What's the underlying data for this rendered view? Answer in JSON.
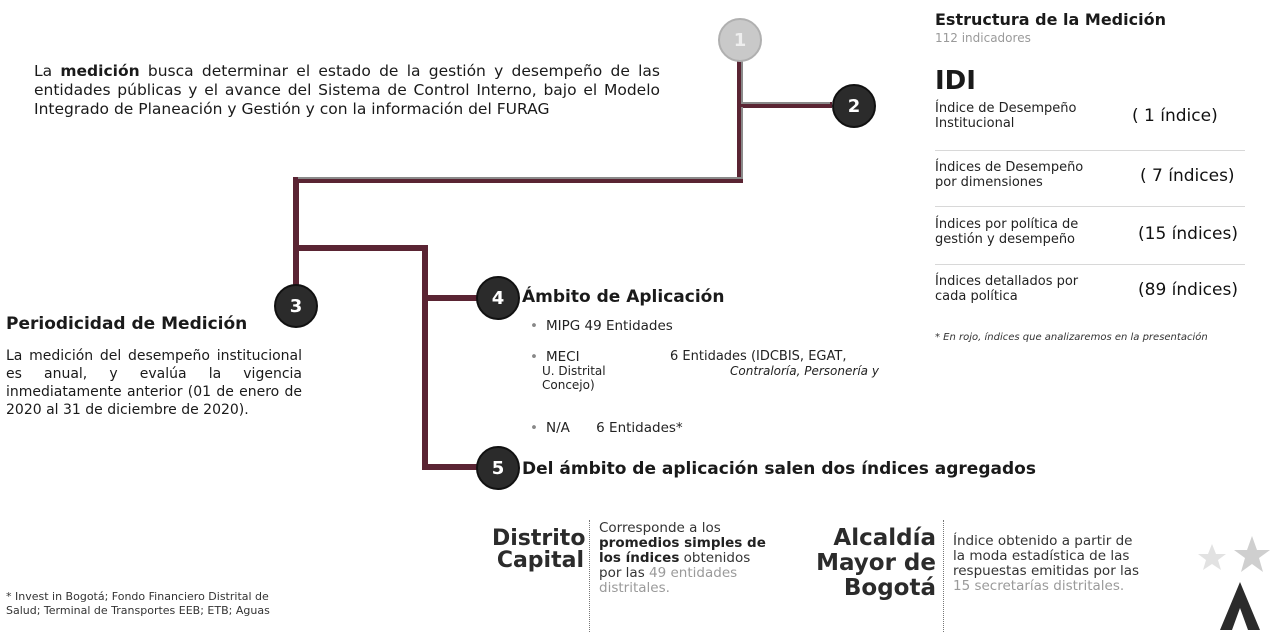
{
  "intro": {
    "before": "La ",
    "bold": "medición",
    "after": " busca determinar el estado de la gestión y desempeño de las entidades públicas y el avance del Sistema de Control Interno, bajo el Modelo Integrado de Planeación y Gestión y con la información del FURAG"
  },
  "nodes": [
    "1",
    "2",
    "3",
    "4",
    "5"
  ],
  "periodicidad": {
    "title": "Periodicidad de Medición",
    "body": "La medición del desempeño institucional es anual, y evalúa la vigencia inmediatamente anterior (01 de enero de 2020 al 31 de diciembre de 2020)."
  },
  "ambito": {
    "title": "Ámbito de Aplicación",
    "items": [
      {
        "label": "MIPG 49 Entidades"
      },
      {
        "label": "MECI",
        "count": "6 Entidades (IDCBIS, EGAT,",
        "rest_left": "U. Distrital",
        "rest_right": "Contraloría, Personería y",
        "rest_last": "Concejo)"
      },
      {
        "label": "N/A",
        "count": "6 Entidades*"
      }
    ]
  },
  "del_ambito": {
    "title": "Del ámbito de aplicación salen dos índices agregados"
  },
  "estructura": {
    "title": "Estructura de la Medición",
    "subtitle": "112 indicadores",
    "idi": "IDI",
    "indices": [
      {
        "label1": "Índice de Desempeño",
        "label2": "Institucional",
        "count": "( 1 índice)"
      },
      {
        "label1": "Índices de Desempeño",
        "label2": "por dimensiones",
        "count": "( 7 índices)"
      },
      {
        "label1": "Índices por política de",
        "label2": "gestión y desempeño",
        "count": "(15 índices)"
      },
      {
        "label1": "Índices detallados por",
        "label2": "cada política",
        "count": "(89 índices)"
      }
    ],
    "note": "* En rojo, índices que analizaremos en la presentación"
  },
  "distrito": {
    "word1": "Distrito",
    "word2": "Capital",
    "desc_start": "Corresponde a los",
    "desc_bold1": "promedios simples de",
    "desc_bold2": "los índices",
    "desc_mid": " obtenidos",
    "desc_pre": "por las ",
    "desc_gray": "49 entidades",
    "desc_gray2": "distritales."
  },
  "alcaldia": {
    "word1": "Alcaldía",
    "word2": "Mayor de",
    "word3": "Bogotá",
    "desc1": "Índice obtenido a partir de",
    "desc2": "la moda estadística de las",
    "desc3": "respuestas emitidas por las",
    "desc_gray": "15 secretarías distritales."
  },
  "footnote": {
    "line1": "* Invest in Bogotá; Fondo Financiero Distrital de",
    "line2": "Salud; Terminal de Transportes EEB; ETB; Aguas"
  },
  "colors": {
    "node_dark": "#2b2b2b",
    "node_light": "#c9c9c9",
    "connector": "#6b2a3a"
  }
}
